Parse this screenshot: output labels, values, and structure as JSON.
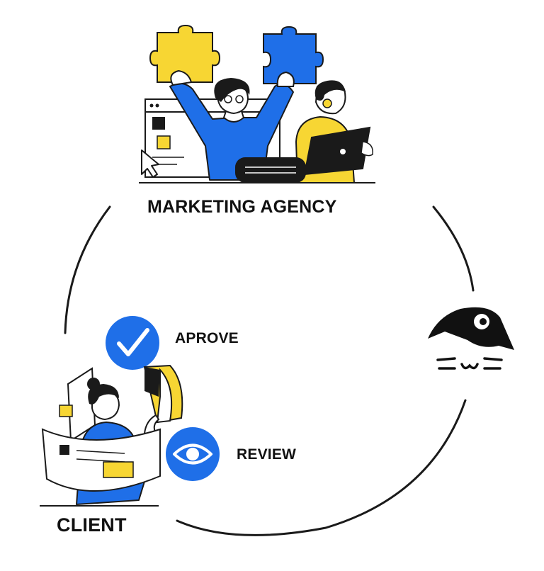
{
  "labels": {
    "agency": "MARKETING AGENCY",
    "approve": "APROVE",
    "review": "REVIEW",
    "client": "CLIENT"
  },
  "icons": {
    "approve": "checkmark-icon",
    "review": "eye-icon",
    "mascot": "cat-mascot-icon",
    "agency_illustration": "puzzle-team-illustration",
    "client_illustration": "client-review-illustration"
  },
  "colors": {
    "blue": "#1f6fe8",
    "yellow": "#f7d633",
    "ink": "#111111",
    "line": "#1a1a1a",
    "white": "#ffffff"
  }
}
